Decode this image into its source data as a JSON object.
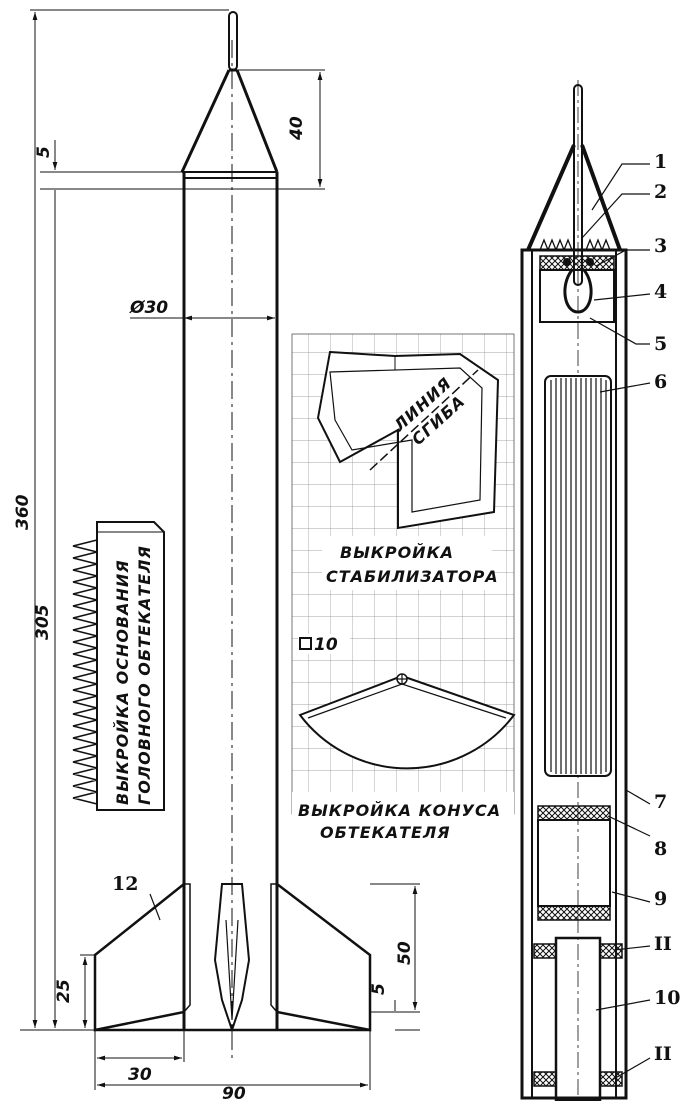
{
  "dimensions": {
    "overall_length": "360",
    "body_length": "305",
    "nose_base": "5",
    "nose_cone": "40",
    "diameter": "Ø30",
    "fin_height": "50",
    "fin_offset": "5",
    "fin_root": "25",
    "fin_tip_width": "30",
    "fin_span": "90"
  },
  "patterns": {
    "nose_base_line1": "ВЫКРОЙКА ОСНОВАНИЯ",
    "nose_base_line2": "ГОЛОВНОГО ОБТЕКАТЕЛЯ",
    "stabilizer_line1": "ВЫКРОЙКА",
    "stabilizer_line2": "СТАБИЛИЗАТОРА",
    "fold_line1": "ЛИНИЯ",
    "fold_line2": "СГИБА",
    "grid_scale": "10",
    "cone_line1": "ВЫКРОЙКА КОНУСА",
    "cone_line2": "ОБТЕКАТЕЛЯ"
  },
  "callouts": [
    "1",
    "2",
    "3",
    "4",
    "5",
    "6",
    "7",
    "8",
    "9",
    "II",
    "10",
    "II",
    "12"
  ]
}
